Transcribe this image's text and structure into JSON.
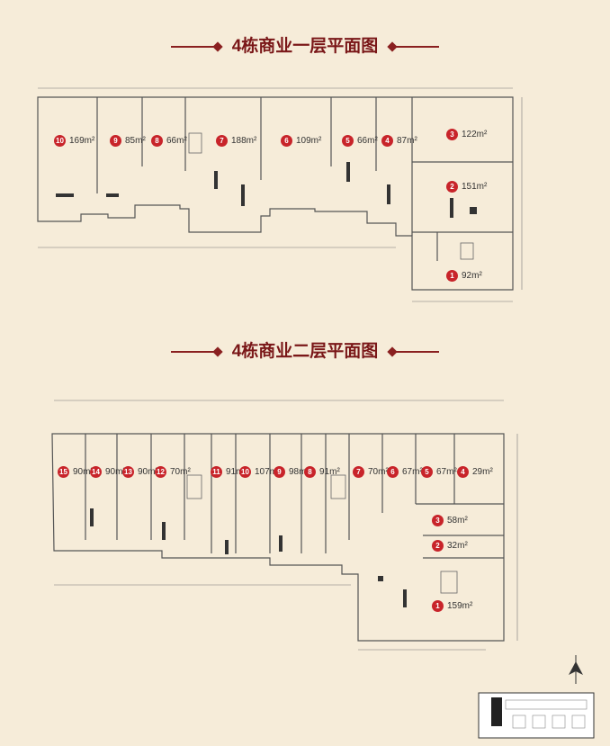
{
  "floor1": {
    "title": "4栋商业一层平面图",
    "units": [
      {
        "no": "10",
        "area": "169m²"
      },
      {
        "no": "9",
        "area": "85m²"
      },
      {
        "no": "8",
        "area": "66m²"
      },
      {
        "no": "7",
        "area": "188m²"
      },
      {
        "no": "6",
        "area": "109m²"
      },
      {
        "no": "5",
        "area": "66m²"
      },
      {
        "no": "4",
        "area": "87m²"
      },
      {
        "no": "3",
        "area": "122m²"
      },
      {
        "no": "2",
        "area": "151m²"
      },
      {
        "no": "1",
        "area": "92m²"
      }
    ]
  },
  "floor2": {
    "title": "4栋商业二层平面图",
    "units": [
      {
        "no": "15",
        "area": "90m²"
      },
      {
        "no": "14",
        "area": "90m²"
      },
      {
        "no": "13",
        "area": "90m²"
      },
      {
        "no": "12",
        "area": "70m²"
      },
      {
        "no": "11",
        "area": "91m²"
      },
      {
        "no": "10",
        "area": "107m²"
      },
      {
        "no": "9",
        "area": "98m²"
      },
      {
        "no": "8",
        "area": "91m²"
      },
      {
        "no": "7",
        "area": "70m²"
      },
      {
        "no": "6",
        "area": "67m²"
      },
      {
        "no": "5",
        "area": "67m²"
      },
      {
        "no": "4",
        "area": "29m²"
      },
      {
        "no": "3",
        "area": "58m²"
      },
      {
        "no": "2",
        "area": "32m²"
      },
      {
        "no": "1",
        "area": "159m²"
      }
    ]
  },
  "colors": {
    "accent": "#c8242a",
    "title": "#7a1718",
    "background": "#f6ecd9"
  }
}
